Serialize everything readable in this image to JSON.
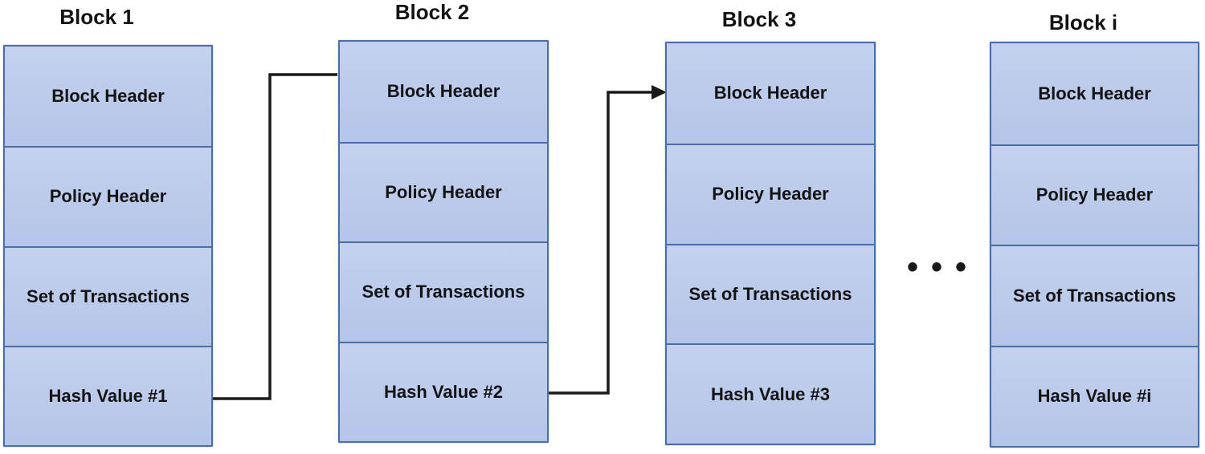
{
  "diagram": {
    "type": "blockchain-structure",
    "ellipsis": "•••",
    "colors": {
      "block_fill_top": "#c4d1ee",
      "block_fill_bottom": "#b5c5e8",
      "block_border": "#4a6fa8",
      "connector": "#1a1a1a",
      "text": "#131313"
    },
    "blocks": [
      {
        "title": "Block 1",
        "sections": [
          "Block Header",
          "Policy Header",
          "Set of Transactions",
          "Hash Value #1"
        ]
      },
      {
        "title": "Block 2",
        "sections": [
          "Block Header",
          "Policy Header",
          "Set of Transactions",
          "Hash Value #2"
        ]
      },
      {
        "title": "Block 3",
        "sections": [
          "Block Header",
          "Policy Header",
          "Set of Transactions",
          "Hash Value #3"
        ]
      },
      {
        "title": "Block i",
        "sections": [
          "Block Header",
          "Policy Header",
          "Set of Transactions",
          "Hash Value #i"
        ]
      }
    ]
  }
}
